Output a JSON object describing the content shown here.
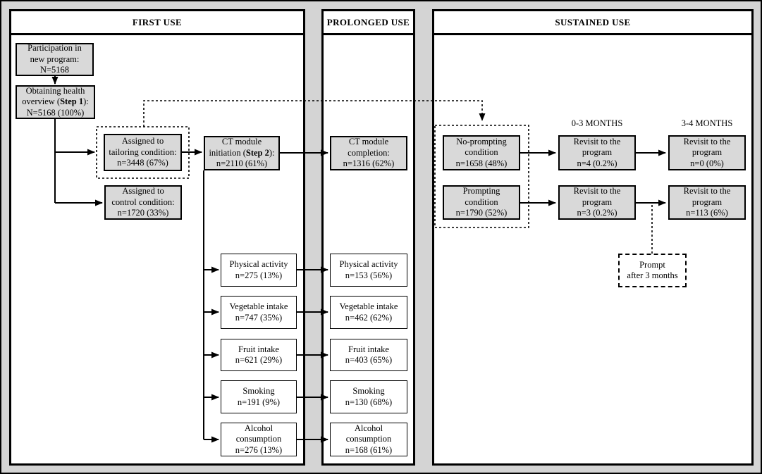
{
  "diagram": {
    "panels": {
      "first_use": {
        "title": "FIRST USE"
      },
      "prolonged_use": {
        "title": "PROLONGED USE"
      },
      "sustained_use": {
        "title": "SUSTAINED USE"
      }
    },
    "column_labels": {
      "months_0_3": "0-3 MONTHS",
      "months_3_4": "3-4 MONTHS"
    },
    "boxes": {
      "participation": {
        "line1": "Participation in",
        "line2": "new program:",
        "line3": "N=5168"
      },
      "obtaining": {
        "line1": "Obtaining health",
        "line2_pre": "overview (",
        "line2_bold": "Step 1",
        "line2_post": "):",
        "line3": "N=5168 (100%)"
      },
      "tailoring": {
        "line1": "Assigned to",
        "line2": "tailoring condition:",
        "line3": "n=3448 (67%)"
      },
      "control": {
        "line1": "Assigned to",
        "line2": "control condition:",
        "line3": "n=1720 (33%)"
      },
      "ct_initiation": {
        "line1": "CT module",
        "line2_pre": "initiation (",
        "line2_bold": "Step 2",
        "line2_post": "):",
        "line3": "n=2110 (61%)"
      },
      "ct_completion": {
        "line1": "CT module",
        "line2": "completion:",
        "line3": "n=1316 (62%)"
      },
      "fu_physical": {
        "line1": "Physical activity",
        "line2": "n=275 (13%)"
      },
      "fu_vegetable": {
        "line1": "Vegetable intake",
        "line2": "n=747 (35%)"
      },
      "fu_fruit": {
        "line1": "Fruit intake",
        "line2": "n=621 (29%)"
      },
      "fu_smoking": {
        "line1": "Smoking",
        "line2": "n=191 (9%)"
      },
      "fu_alcohol": {
        "line1": "Alcohol",
        "line2": "consumption",
        "line3": "n=276 (13%)"
      },
      "pu_physical": {
        "line1": "Physical activity",
        "line2": "n=153 (56%)"
      },
      "pu_vegetable": {
        "line1": "Vegetable intake",
        "line2": "n=462 (62%)"
      },
      "pu_fruit": {
        "line1": "Fruit intake",
        "line2": "n=403 (65%)"
      },
      "pu_smoking": {
        "line1": "Smoking",
        "line2": "n=130 (68%)"
      },
      "pu_alcohol": {
        "line1": "Alcohol",
        "line2": "consumption",
        "line3": "n=168 (61%)"
      },
      "no_prompting": {
        "line1": "No-prompting",
        "line2": "condition",
        "line3": "n=1658 (48%)"
      },
      "prompting": {
        "line1": "Prompting",
        "line2": "condition",
        "line3": "n=1790 (52%)"
      },
      "revisit_np_03": {
        "line1": "Revisit to the",
        "line2": "program",
        "line3": "n=4 (0.2%)"
      },
      "revisit_np_34": {
        "line1": "Revisit to the",
        "line2": "program",
        "line3": "n=0 (0%)"
      },
      "revisit_p_03": {
        "line1": "Revisit to the",
        "line2": "program",
        "line3": "n=3 (0.2%)"
      },
      "revisit_p_34": {
        "line1": "Revisit to the",
        "line2": "program",
        "line3": "n=113 (6%)"
      },
      "prompt_note": {
        "line1": "Prompt",
        "line2": "after 3 months"
      }
    },
    "colors": {
      "box_fill_gray": "#d9d9d9",
      "canvas_gray": "#d4d4d4",
      "panel_fill": "#ffffff",
      "line_black": "#000000"
    }
  }
}
